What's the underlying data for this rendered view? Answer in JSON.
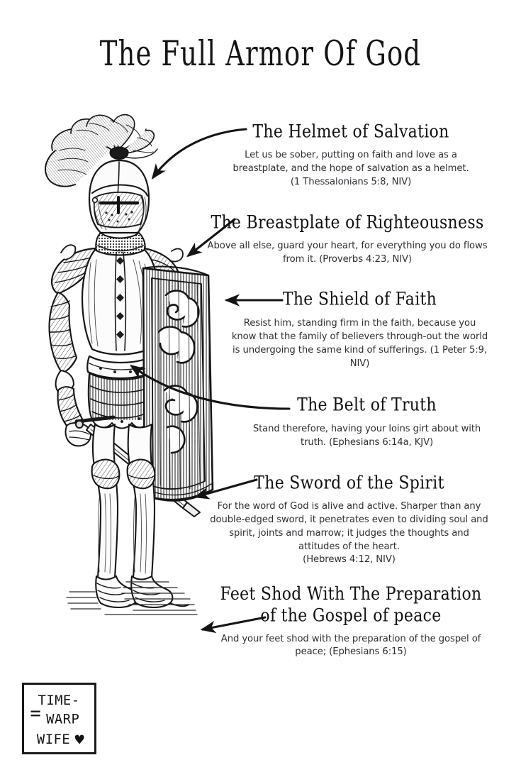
{
  "poster": {
    "title": "The Full Armor Of God",
    "background_color": "#ffffff",
    "ink_color": "#141414",
    "body_text_color": "#2f2f33"
  },
  "illustration": {
    "name": "armored-knight",
    "description": "Line-engraved knight in full plate armor with plumed helmet, holding a sword and a tall rectangular pavise shield"
  },
  "sections": [
    {
      "id": "helmet",
      "heading": "The Helmet of Salvation",
      "verse": "Let us be sober, putting on faith and love as a breastplate, and the hope of salvation as a helmet.",
      "reference": "(1 Thessalonians 5:8, NIV)",
      "arrow": "curved-arrow-to-helmet"
    },
    {
      "id": "breastplate",
      "heading": "The Breastplate of Righteousness",
      "verse": "Above all else, guard your heart, for everything you do flows from it. (Proverbs 4:23, NIV)",
      "reference": "",
      "arrow": "straight-arrow-to-breastplate"
    },
    {
      "id": "shield",
      "heading": "The Shield of Faith",
      "verse": "Resist him, standing firm in the faith, because you know that the family of believers through-out the world is undergoing the same kind of sufferings. (1 Peter 5:9, NIV)",
      "reference": "",
      "arrow": "straight-arrow-to-shield"
    },
    {
      "id": "belt",
      "heading": "The Belt of Truth",
      "verse": "Stand therefore, having your loins girt about with truth. (Ephesians 6:14a, KJV)",
      "reference": "",
      "arrow": "curved-arrow-to-belt"
    },
    {
      "id": "sword",
      "heading": "The Sword of the Spirit",
      "verse": "For the word of God is alive and active. Sharper than any double-edged sword, it penetrates even to dividing soul and spirit, joints and marrow; it judges the thoughts and attitudes of the heart.",
      "reference": "(Hebrews 4:12, NIV)",
      "arrow": "straight-arrow-to-sword"
    },
    {
      "id": "feet",
      "heading": "Feet Shod With The Preparation of the Gospel of peace",
      "verse": "And your feet shod with the preparation of the gospel of peace; (Ephesians 6:15)",
      "reference": "",
      "arrow": "straight-arrow-to-feet"
    }
  ],
  "logo": {
    "line1": "TIME-",
    "line2": "WARP",
    "line3": "WIFE",
    "heart": "♥",
    "border_color": "#1a1a1a"
  }
}
